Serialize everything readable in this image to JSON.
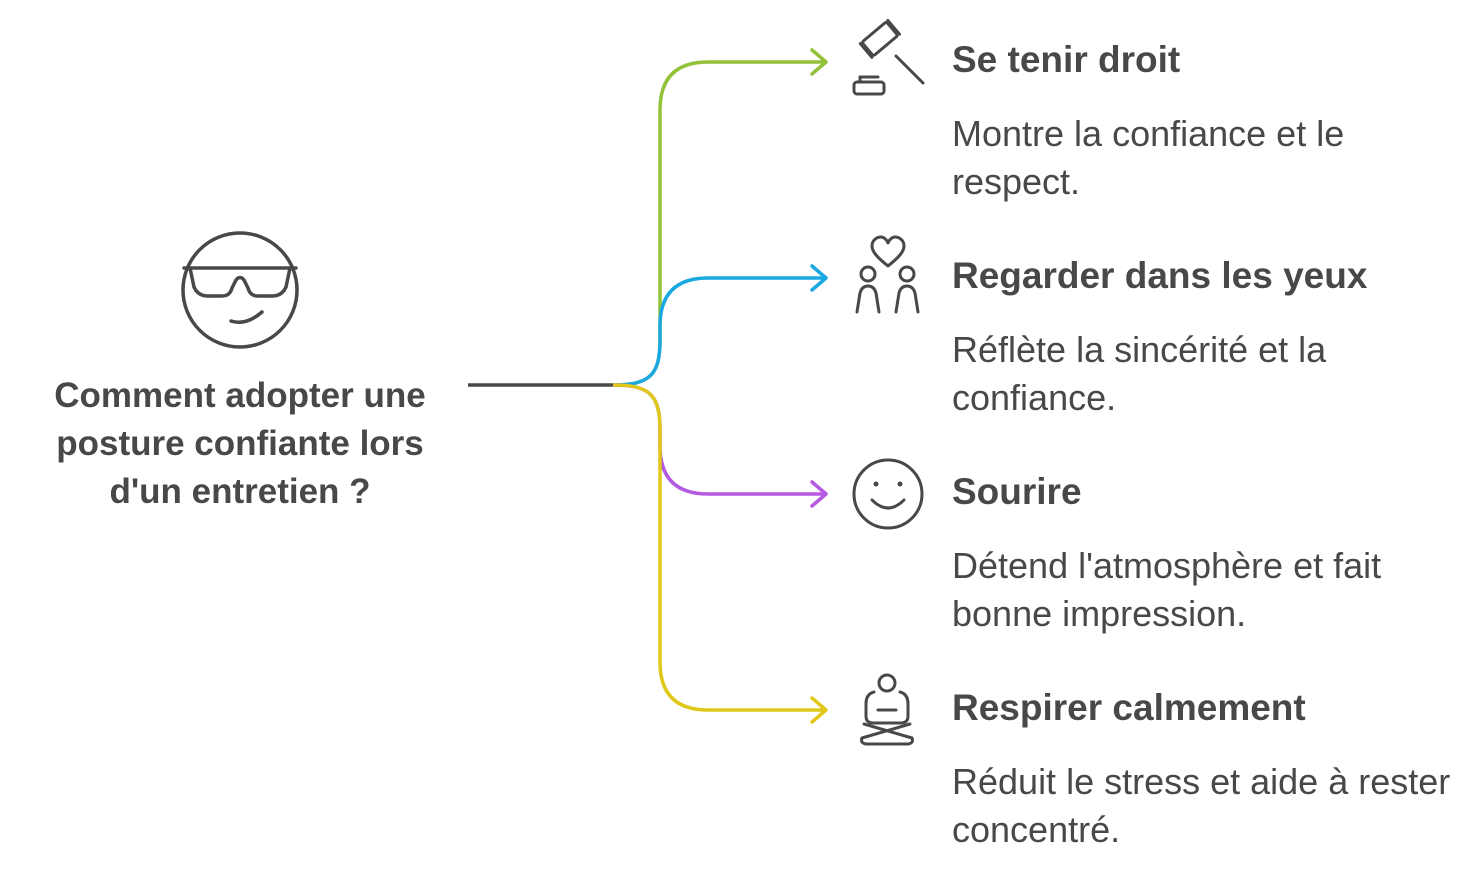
{
  "question": "Comment adopter une posture confiante lors d'un entretien ?",
  "central_icon": "sunglasses-face-icon",
  "branches": [
    {
      "title": "Se tenir droit",
      "description": "Montre la confiance et le respect.",
      "icon": "gavel-icon",
      "color": "#92c13a"
    },
    {
      "title": "Regarder dans les yeux",
      "description": "Réflète la sincérité et la confiance.",
      "icon": "couple-heart-icon",
      "color": "#1aa8e0"
    },
    {
      "title": "Sourire",
      "description": "Détend l'atmosphère et fait bonne impression.",
      "icon": "smile-icon",
      "color": "#b35ae0"
    },
    {
      "title": "Respirer calmement",
      "description": "Réduit le stress et aide à rester concentré.",
      "icon": "meditation-icon",
      "color": "#e0c81a"
    }
  ]
}
